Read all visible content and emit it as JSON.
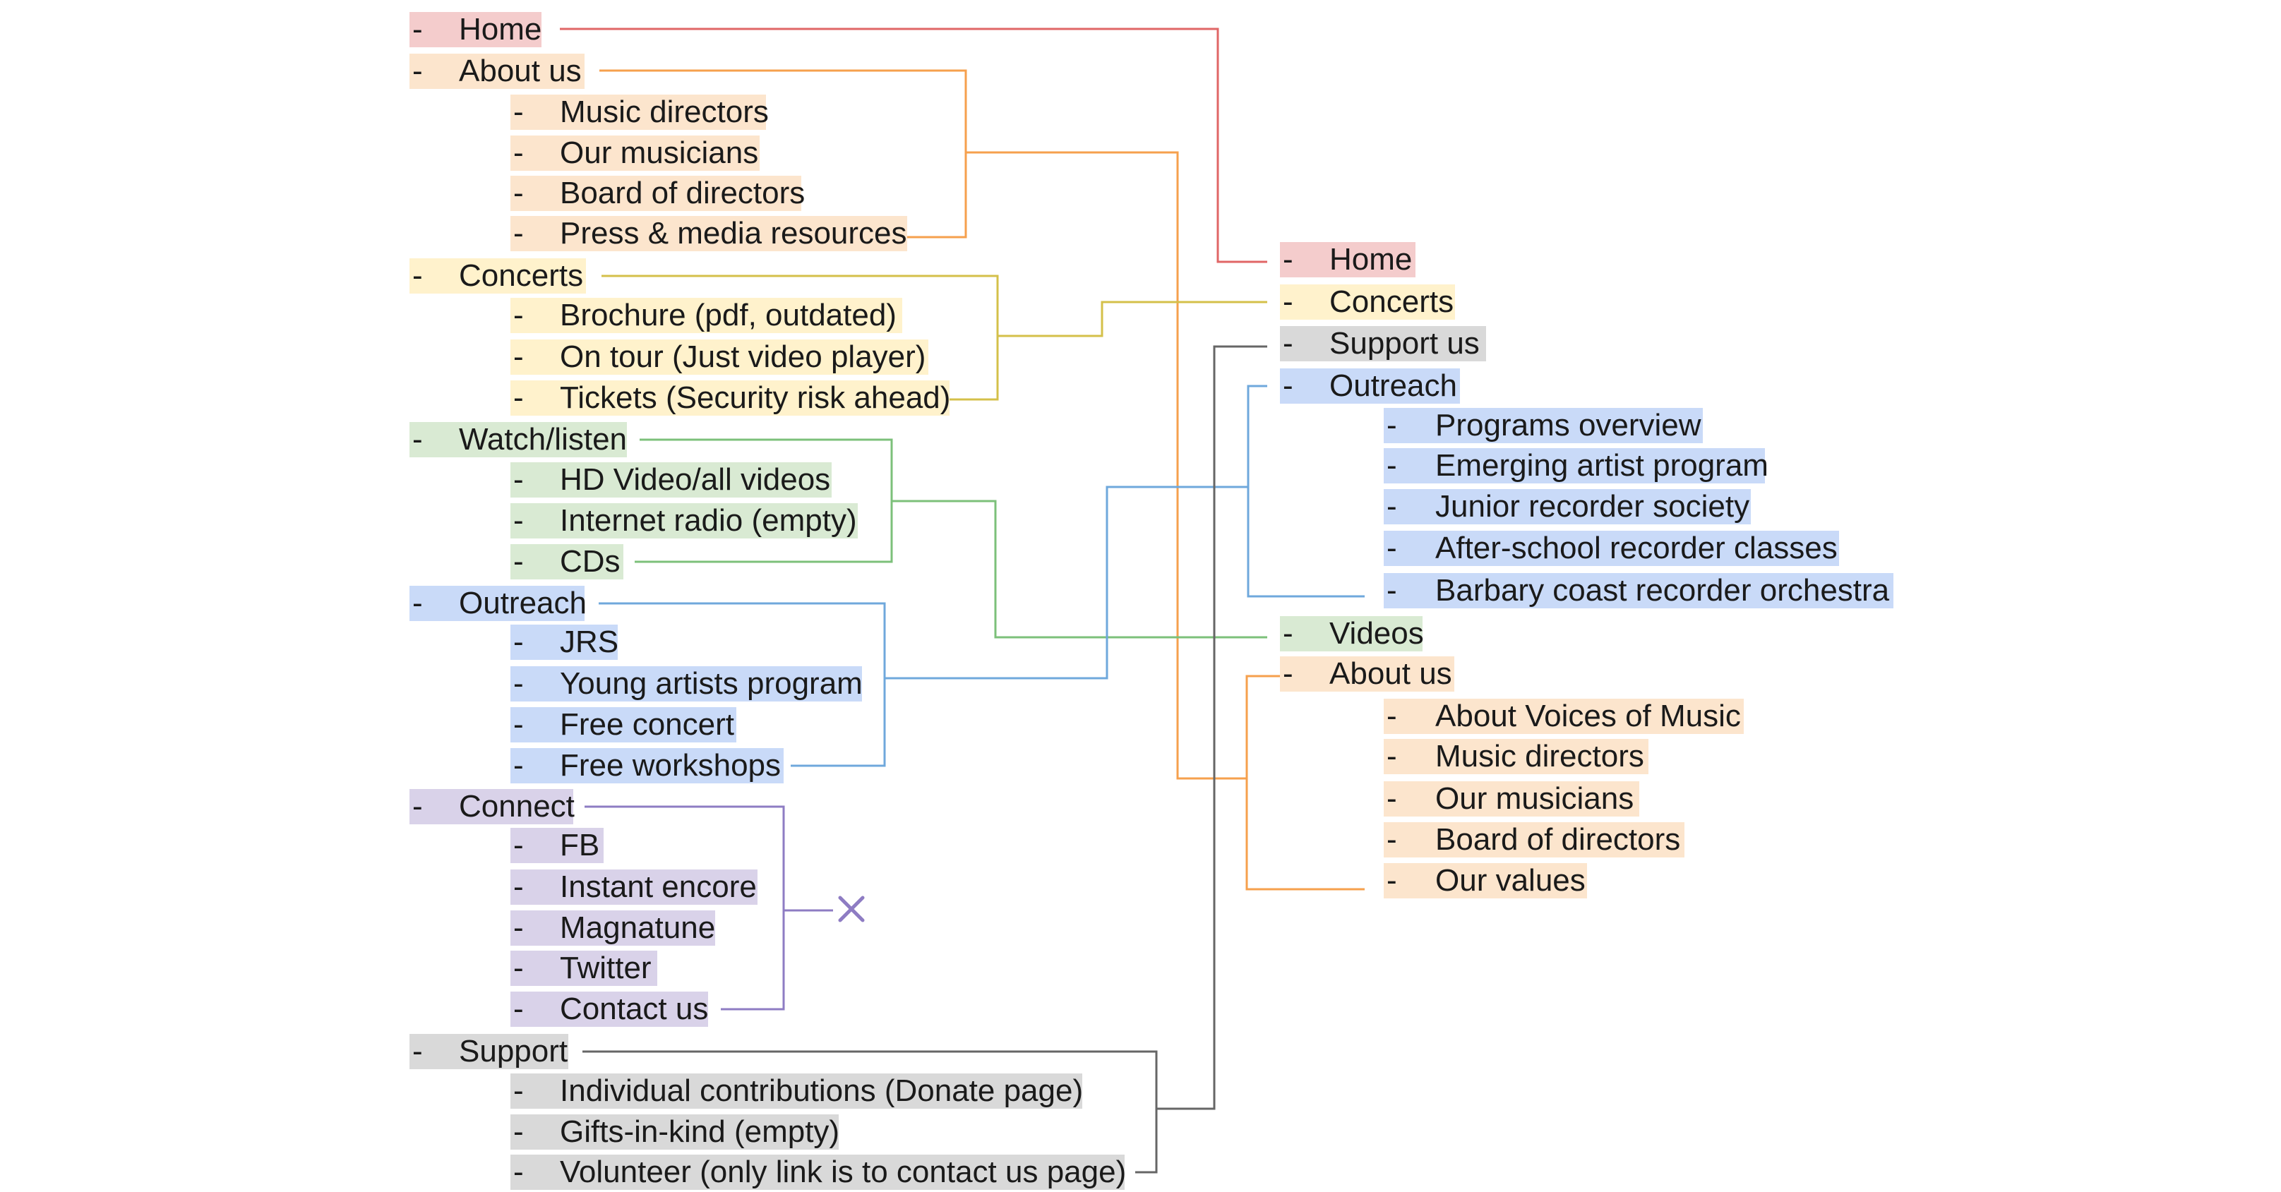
{
  "old_sitemap": {
    "home": {
      "label": "Home"
    },
    "about_us": {
      "label": "About us",
      "children": [
        "Music directors",
        "Our musicians",
        "Board of directors",
        "Press & media resources"
      ]
    },
    "concerts": {
      "label": "Concerts",
      "children": [
        "Brochure (pdf, outdated)",
        "On tour (Just video player)",
        "Tickets (Security risk ahead)"
      ]
    },
    "watch": {
      "label": "Watch/listen",
      "children": [
        "HD Video/all videos",
        "Internet radio (empty)",
        "CDs"
      ]
    },
    "outreach": {
      "label": "Outreach",
      "children": [
        "JRS",
        "Young artists program",
        "Free concert",
        "Free workshops"
      ]
    },
    "connect": {
      "label": "Connect",
      "children": [
        "FB",
        "Instant encore",
        "Magnatune",
        "Twitter",
        "Contact us"
      ]
    },
    "support": {
      "label": "Support",
      "children": [
        "Individual contributions (Donate page)",
        "Gifts-in-kind (empty)",
        "Volunteer (only link is to contact us page)"
      ]
    }
  },
  "new_sitemap": {
    "home": {
      "label": "Home"
    },
    "concerts": {
      "label": "Concerts"
    },
    "support_us": {
      "label": "Support us"
    },
    "outreach": {
      "label": "Outreach",
      "children": [
        "Programs overview",
        "Emerging artist program",
        "Junior recorder society",
        "After-school recorder classes",
        "Barbary coast recorder orchestra"
      ]
    },
    "videos": {
      "label": "Videos"
    },
    "about_us": {
      "label": "About us",
      "children": [
        "About Voices of Music",
        "Music directors",
        "Our musicians",
        "Board of directors",
        "Our values"
      ]
    }
  },
  "removed_marker": "×",
  "bullet": "-",
  "colors": {
    "red": "#f4cccc",
    "orange": "#fce5cd",
    "yellow": "#fff2cc",
    "green": "#d9ead3",
    "blue": "#c9daf8",
    "purple": "#d9d2e9",
    "gray": "#d9d9d9",
    "line_red": "#e06666",
    "line_orange": "#f6a04d",
    "line_yellow": "#d4c04a",
    "line_green": "#7cc07a",
    "line_blue": "#6fa8dc",
    "line_purple": "#8e7cc3",
    "line_gray": "#666666"
  }
}
